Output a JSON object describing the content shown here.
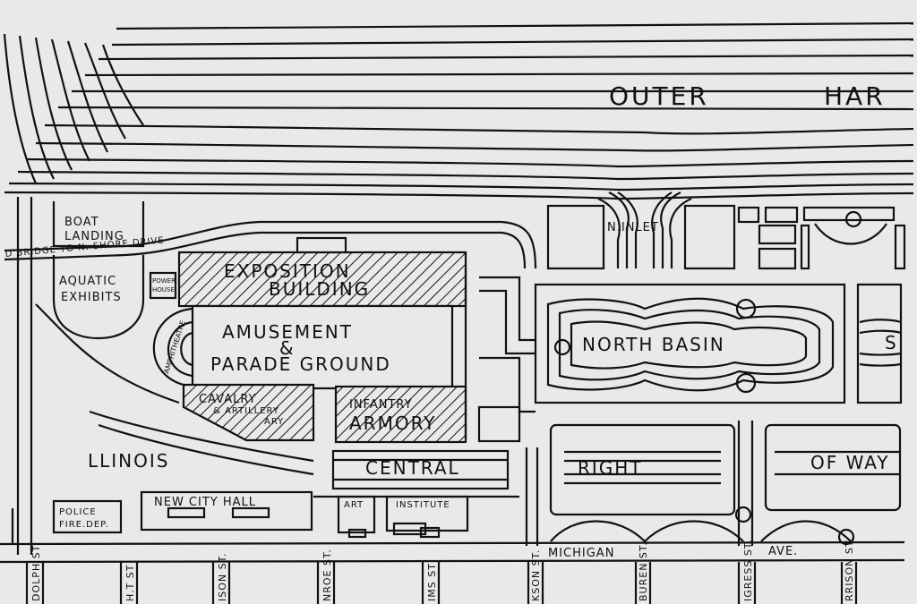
{
  "map": {
    "background": "#e9e9e7",
    "ink": "#111111",
    "labels": {
      "outer_harbor_1": "OUTER",
      "outer_harbor_2": "HAR",
      "boat_landing_1": "BOAT",
      "boat_landing_2": "LANDING",
      "bridge": "D BRIDGE TO N. SHORE DRIVE",
      "aquatic_1": "AQUATIC",
      "aquatic_2": "EXHIBITS",
      "power_house_1": "POWER",
      "power_house_2": "HOUSE",
      "exposition_1": "EXPOSITION",
      "exposition_2": "BUILDING",
      "amusement_1": "AMUSEMENT",
      "amusement_2": "&",
      "amusement_3": "PARADE GROUND",
      "amphitheatre": "AMPHITHEATRE",
      "cavalry_1": "CAVALRY",
      "cavalry_2": "& ARTILLERY",
      "cavalry_3": "ARY",
      "infantry_1": "INFANTRY",
      "infantry_2": "ARMORY",
      "n_inlet": "N.INLET",
      "north_basin": "NORTH BASIN",
      "basin_s": "S",
      "illinois": "LLINOIS",
      "central": "CENTRAL",
      "right": "RIGHT",
      "of_way": "OF WAY",
      "police_1": "POLICE",
      "police_2": "FIRE.DEP.",
      "city_hall": "NEW CITY HALL",
      "art": "ART",
      "institute": "INSTITUTE",
      "michigan": "MICHIGAN",
      "ave": "AVE."
    },
    "streets": [
      "DOLPH ST",
      "H.T ST",
      "ISON ST.",
      "NROE ST.",
      "IMS ST",
      "KSON ST.",
      "BUREN ST.",
      "IGRESS ST.",
      "RRISON ST."
    ]
  }
}
